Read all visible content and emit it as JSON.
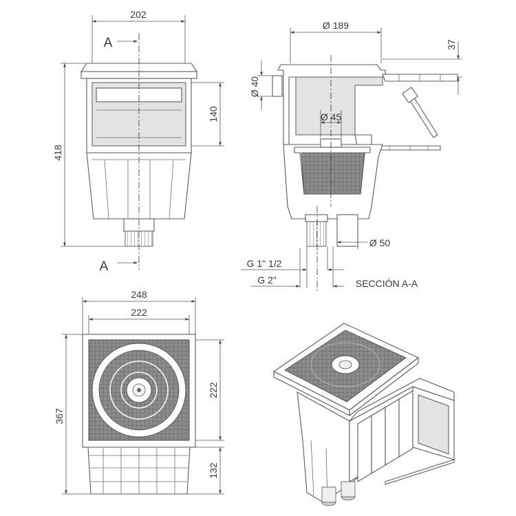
{
  "front_view": {
    "dim_width": "202",
    "dim_height_total": "418",
    "dim_mouth_height": "140",
    "section_mark_top": "A",
    "section_mark_bottom": "A"
  },
  "section_view": {
    "dim_flange_diameter": "Ø 189",
    "dim_depth": "37",
    "dim_side_diameter": "Ø 40",
    "dim_inner_diameter": "Ø 45",
    "dim_outlet_diameter": "Ø 50",
    "thread_1": "G 1\" 1/2",
    "thread_2": "G 2\"",
    "caption": "SECCIÓN A-A"
  },
  "top_view": {
    "dim_outer_width": "248",
    "dim_inner_width": "222",
    "dim_inner_height": "222",
    "dim_total_height": "367",
    "dim_lower_height": "132"
  }
}
